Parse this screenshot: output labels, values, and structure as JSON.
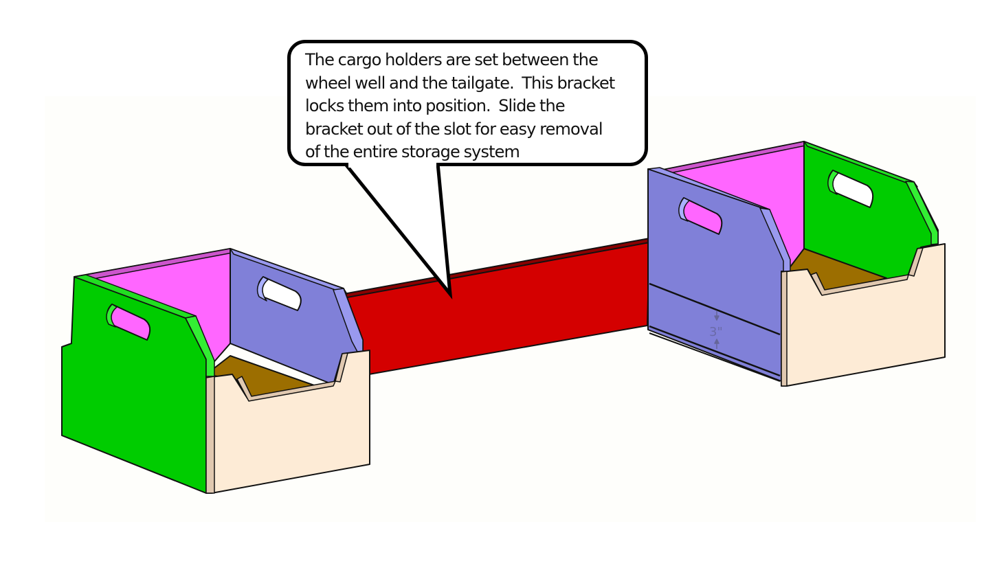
{
  "callout": {
    "lines": [
      "The cargo holders are set between the",
      "wheel well and the tailgate.  This bracket",
      "locks them into position.  Slide the",
      "bracket out of the slot for easy removal",
      "of the entire storage system"
    ]
  },
  "dimension": {
    "label": "3\""
  },
  "colors": {
    "background_panel": "#fefefb",
    "green_panel": "#00cc00",
    "green_edge": "#33ee33",
    "pink_panel": "#ff66ff",
    "blue_panel": "#8080d8",
    "blue_edge": "#9999ee",
    "front_panel": "#fdebd6",
    "front_edge": "#e0c8b0",
    "floor": "#9c6e00",
    "bracket": "#d40000",
    "bracket_top": "#8a0000",
    "outline": "#111111"
  }
}
